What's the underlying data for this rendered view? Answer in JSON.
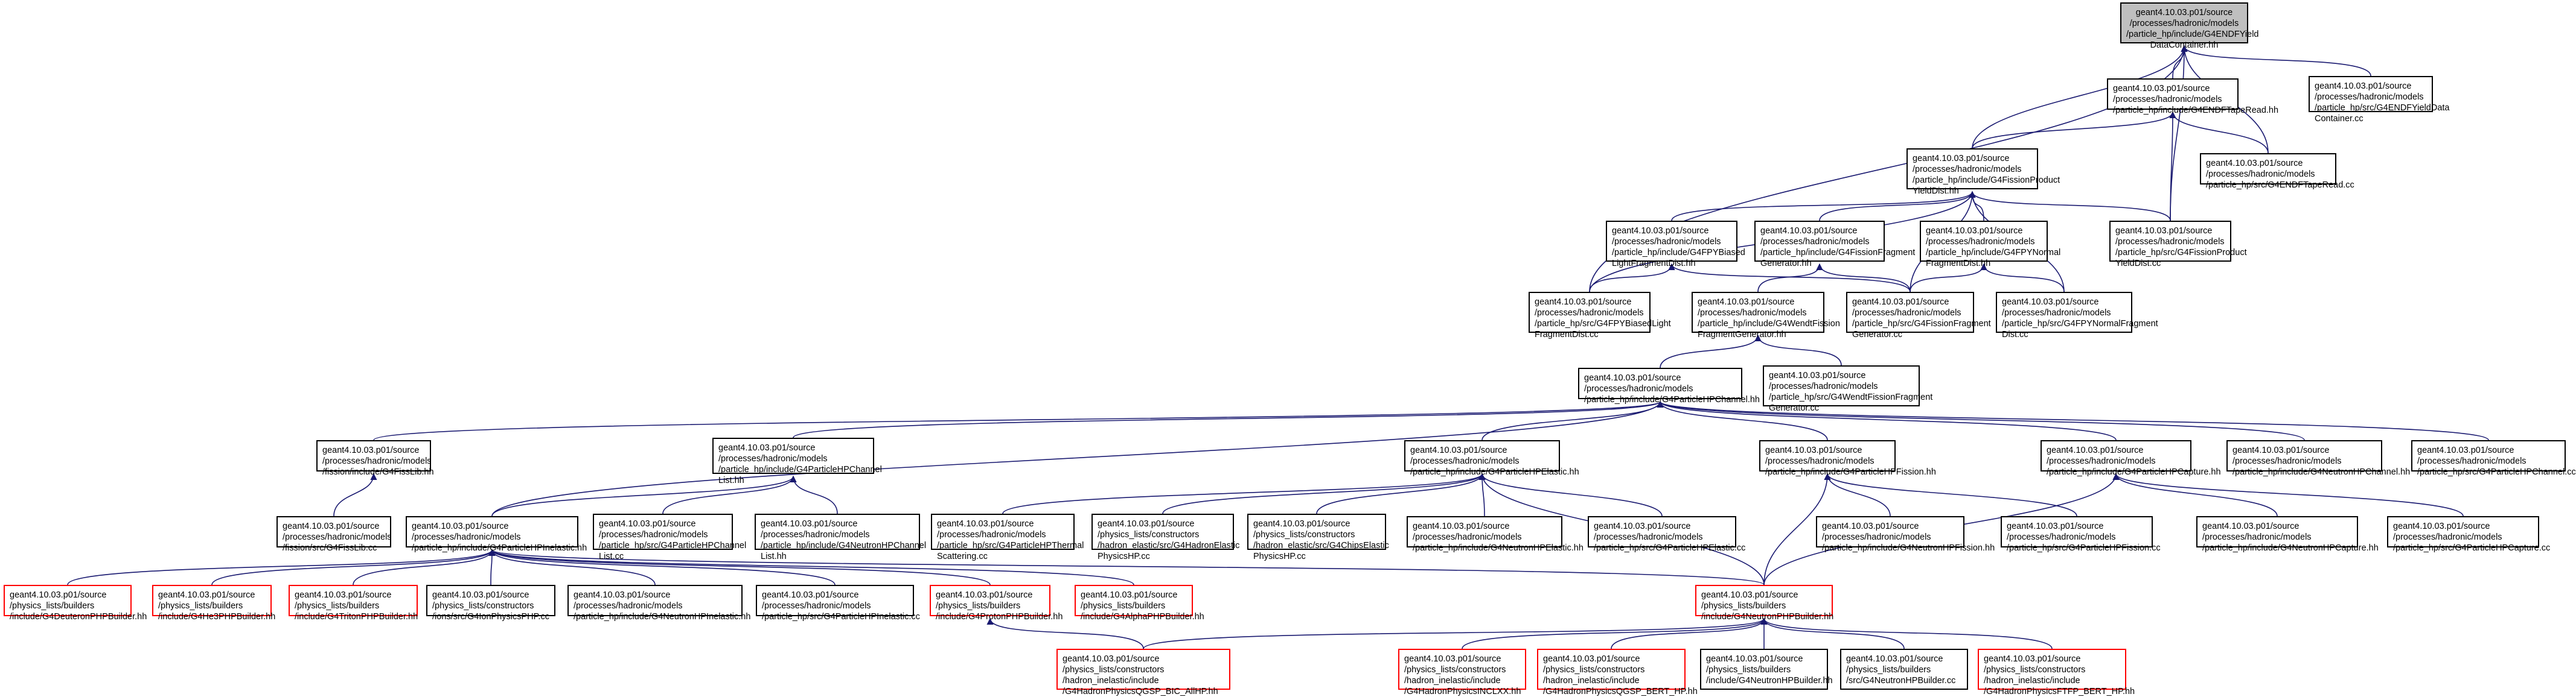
{
  "colors": {
    "edge": "#191970",
    "border": "#000000",
    "red_border": "#ff0000",
    "root_fill": "#bfbfbf"
  },
  "nodes": [
    {
      "id": "root",
      "root": true,
      "lines": [
        "geant4.10.03.p01/source",
        "/processes/hadronic/models",
        "/particle_hp/include/G4ENDFYield",
        "DataContainer.hh"
      ]
    },
    {
      "id": "tapeReadHH",
      "lines": [
        "geant4.10.03.p01/source",
        "/processes/hadronic/models",
        "/particle_hp/include/G4ENDFTapeRead.hh"
      ]
    },
    {
      "id": "yieldCC",
      "lines": [
        "geant4.10.03.p01/source",
        "/processes/hadronic/models",
        "/particle_hp/src/G4ENDFYieldData",
        "Container.cc"
      ]
    },
    {
      "id": "fissionProdHH",
      "lines": [
        "geant4.10.03.p01/source",
        "/processes/hadronic/models",
        "/particle_hp/include/G4FissionProduct",
        "YieldDist.hh"
      ]
    },
    {
      "id": "tapeReadCC",
      "lines": [
        "geant4.10.03.p01/source",
        "/processes/hadronic/models",
        "/particle_hp/src/G4ENDFTapeRead.cc"
      ]
    },
    {
      "id": "fpyBiasedHH",
      "lines": [
        "geant4.10.03.p01/source",
        "/processes/hadronic/models",
        "/particle_hp/include/G4FPYBiased",
        "LightFragmentDist.hh"
      ]
    },
    {
      "id": "fissionFragGenHH",
      "lines": [
        "geant4.10.03.p01/source",
        "/processes/hadronic/models",
        "/particle_hp/include/G4FissionFragment",
        "Generator.hh"
      ]
    },
    {
      "id": "fpyNormalHH",
      "lines": [
        "geant4.10.03.p01/source",
        "/processes/hadronic/models",
        "/particle_hp/include/G4FPYNormal",
        "FragmentDist.hh"
      ]
    },
    {
      "id": "fissionProdCC",
      "lines": [
        "geant4.10.03.p01/source",
        "/processes/hadronic/models",
        "/particle_hp/src/G4FissionProduct",
        "YieldDist.cc"
      ]
    },
    {
      "id": "fpyBiasedCC",
      "lines": [
        "geant4.10.03.p01/source",
        "/processes/hadronic/models",
        "/particle_hp/src/G4FPYBiasedLight",
        "FragmentDist.cc"
      ]
    },
    {
      "id": "wendtHH",
      "lines": [
        "geant4.10.03.p01/source",
        "/processes/hadronic/models",
        "/particle_hp/include/G4WendtFission",
        "FragmentGenerator.hh"
      ]
    },
    {
      "id": "fissionFragGenCC",
      "lines": [
        "geant4.10.03.p01/source",
        "/processes/hadronic/models",
        "/particle_hp/src/G4FissionFragment",
        "Generator.cc"
      ]
    },
    {
      "id": "fpyNormalCC",
      "lines": [
        "geant4.10.03.p01/source",
        "/processes/hadronic/models",
        "/particle_hp/src/G4FPYNormalFragment",
        "Dist.cc"
      ]
    },
    {
      "id": "channelHH",
      "lines": [
        "geant4.10.03.p01/source",
        "/processes/hadronic/models",
        "/particle_hp/include/G4ParticleHPChannel.hh"
      ]
    },
    {
      "id": "wendtCC",
      "lines": [
        "geant4.10.03.p01/source",
        "/processes/hadronic/models",
        "/particle_hp/src/G4WendtFissionFragment",
        "Generator.cc"
      ]
    },
    {
      "id": "fissLibHH",
      "lines": [
        "geant4.10.03.p01/source",
        "/processes/hadronic/models",
        "/fission/include/G4FissLib.hh"
      ]
    },
    {
      "id": "channelListHH",
      "lines": [
        "geant4.10.03.p01/source",
        "/processes/hadronic/models",
        "/particle_hp/include/G4ParticleHPChannel",
        "List.hh"
      ]
    },
    {
      "id": "elasticHH",
      "lines": [
        "geant4.10.03.p01/source",
        "/processes/hadronic/models",
        "/particle_hp/include/G4ParticleHPElastic.hh"
      ]
    },
    {
      "id": "fissionHH",
      "lines": [
        "geant4.10.03.p01/source",
        "/processes/hadronic/models",
        "/particle_hp/include/G4ParticleHPFission.hh"
      ]
    },
    {
      "id": "captureHH",
      "lines": [
        "geant4.10.03.p01/source",
        "/processes/hadronic/models",
        "/particle_hp/include/G4ParticleHPCapture.hh"
      ]
    },
    {
      "id": "nChannelHH",
      "lines": [
        "geant4.10.03.p01/source",
        "/processes/hadronic/models",
        "/particle_hp/include/G4NeutronHPChannel.hh"
      ]
    },
    {
      "id": "channelCC",
      "lines": [
        "geant4.10.03.p01/source",
        "/processes/hadronic/models",
        "/particle_hp/src/G4ParticleHPChannel.cc"
      ]
    },
    {
      "id": "fissLibCC",
      "lines": [
        "geant4.10.03.p01/source",
        "/processes/hadronic/models",
        "/fission/src/G4FissLib.cc"
      ]
    },
    {
      "id": "inelasticHH",
      "lines": [
        "geant4.10.03.p01/source",
        "/processes/hadronic/models",
        "/particle_hp/include/G4ParticleHPInelastic.hh"
      ]
    },
    {
      "id": "channelListCC",
      "lines": [
        "geant4.10.03.p01/source",
        "/processes/hadronic/models",
        "/particle_hp/src/G4ParticleHPChannel",
        "List.cc"
      ]
    },
    {
      "id": "nChannelListHH",
      "lines": [
        "geant4.10.03.p01/source",
        "/processes/hadronic/models",
        "/particle_hp/include/G4NeutronHPChannel",
        "List.hh"
      ]
    },
    {
      "id": "thermalCC",
      "lines": [
        "geant4.10.03.p01/source",
        "/processes/hadronic/models",
        "/particle_hp/src/G4ParticleHPThermal",
        "Scattering.cc"
      ]
    },
    {
      "id": "hadronElasticPhysHP",
      "lines": [
        "geant4.10.03.p01/source",
        "/physics_lists/constructors",
        "/hadron_elastic/src/G4HadronElastic",
        "PhysicsHP.cc"
      ]
    },
    {
      "id": "chipsElasticPhysHP",
      "lines": [
        "geant4.10.03.p01/source",
        "/physics_lists/constructors",
        "/hadron_elastic/src/G4ChipsElastic",
        "PhysicsHP.cc"
      ]
    },
    {
      "id": "nElasticHH",
      "lines": [
        "geant4.10.03.p01/source",
        "/processes/hadronic/models",
        "/particle_hp/include/G4NeutronHPElastic.hh"
      ]
    },
    {
      "id": "elasticCC",
      "lines": [
        "geant4.10.03.p01/source",
        "/processes/hadronic/models",
        "/particle_hp/src/G4ParticleHPElastic.cc"
      ]
    },
    {
      "id": "nFissionHH",
      "lines": [
        "geant4.10.03.p01/source",
        "/processes/hadronic/models",
        "/particle_hp/include/G4NeutronHPFission.hh"
      ]
    },
    {
      "id": "fissionCC",
      "lines": [
        "geant4.10.03.p01/source",
        "/processes/hadronic/models",
        "/particle_hp/src/G4ParticleHPFission.cc"
      ]
    },
    {
      "id": "nCaptureHH",
      "lines": [
        "geant4.10.03.p01/source",
        "/processes/hadronic/models",
        "/particle_hp/include/G4NeutronHPCapture.hh"
      ]
    },
    {
      "id": "captureCC",
      "lines": [
        "geant4.10.03.p01/source",
        "/processes/hadronic/models",
        "/particle_hp/src/G4ParticleHPCapture.cc"
      ]
    },
    {
      "id": "deuteronPHP",
      "red": true,
      "lines": [
        "geant4.10.03.p01/source",
        "/physics_lists/builders",
        "/include/G4DeuteronPHPBuilder.hh"
      ]
    },
    {
      "id": "he3PHP",
      "red": true,
      "lines": [
        "geant4.10.03.p01/source",
        "/physics_lists/builders",
        "/include/G4He3PHPBuilder.hh"
      ]
    },
    {
      "id": "tritonPHP",
      "red": true,
      "lines": [
        "geant4.10.03.p01/source",
        "/physics_lists/builders",
        "/include/G4TritonPHPBuilder.hh"
      ]
    },
    {
      "id": "ionPhysPHP",
      "lines": [
        "geant4.10.03.p01/source",
        "/physics_lists/constructors",
        "/ions/src/G4IonPhysicsPHP.cc"
      ]
    },
    {
      "id": "nInelasticHH",
      "lines": [
        "geant4.10.03.p01/source",
        "/processes/hadronic/models",
        "/particle_hp/include/G4NeutronHPInelastic.hh"
      ]
    },
    {
      "id": "inelasticCC",
      "lines": [
        "geant4.10.03.p01/source",
        "/processes/hadronic/models",
        "/particle_hp/src/G4ParticleHPInelastic.cc"
      ]
    },
    {
      "id": "protonPHP",
      "red": true,
      "lines": [
        "geant4.10.03.p01/source",
        "/physics_lists/builders",
        "/include/G4ProtonPHPBuilder.hh"
      ]
    },
    {
      "id": "alphaPHP",
      "red": true,
      "lines": [
        "geant4.10.03.p01/source",
        "/physics_lists/builders",
        "/include/G4AlphaPHPBuilder.hh"
      ]
    },
    {
      "id": "neutronPHP",
      "red": true,
      "lines": [
        "geant4.10.03.p01/source",
        "/physics_lists/builders",
        "/include/G4NeutronPHPBuilder.hh"
      ]
    },
    {
      "id": "qgspBicAllHP",
      "red": true,
      "lines": [
        "geant4.10.03.p01/source",
        "/physics_lists/constructors",
        "/hadron_inelastic/include",
        "/G4HadronPhysicsQGSP_BIC_AllHP.hh"
      ]
    },
    {
      "id": "inclxx",
      "red": true,
      "lines": [
        "geant4.10.03.p01/source",
        "/physics_lists/constructors",
        "/hadron_inelastic/include",
        "/G4HadronPhysicsINCLXX.hh"
      ]
    },
    {
      "id": "qgspBertHP",
      "red": true,
      "lines": [
        "geant4.10.03.p01/source",
        "/physics_lists/constructors",
        "/hadron_inelastic/include",
        "/G4HadronPhysicsQGSP_BERT_HP.hh"
      ]
    },
    {
      "id": "nHPBuilderHH",
      "lines": [
        "geant4.10.03.p01/source",
        "/physics_lists/builders",
        "/include/G4NeutronHPBuilder.hh"
      ]
    },
    {
      "id": "nHPBuilderCC",
      "lines": [
        "geant4.10.03.p01/source",
        "/physics_lists/builders",
        "/src/G4NeutronHPBuilder.cc"
      ]
    },
    {
      "id": "ftfpBertHP",
      "red": true,
      "lines": [
        "geant4.10.03.p01/source",
        "/physics_lists/constructors",
        "/hadron_inelastic/include",
        "/G4HadronPhysicsFTFP_BERT_HP.hh"
      ]
    }
  ],
  "edges": [
    [
      "tapeReadHH",
      "root"
    ],
    [
      "yieldCC",
      "root"
    ],
    [
      "fissionProdHH",
      "root"
    ],
    [
      "tapeReadCC",
      "root"
    ],
    [
      "fissionProdCC",
      "root"
    ],
    [
      "fpyBiasedCC",
      "root"
    ],
    [
      "fissionProdHH",
      "tapeReadHH"
    ],
    [
      "tapeReadCC",
      "tapeReadHH"
    ],
    [
      "fissionProdCC",
      "tapeReadHH"
    ],
    [
      "fpyBiasedHH",
      "fissionProdHH"
    ],
    [
      "fissionFragGenHH",
      "fissionProdHH"
    ],
    [
      "fpyNormalHH",
      "fissionProdHH"
    ],
    [
      "fissionProdCC",
      "fissionProdHH"
    ],
    [
      "fpyBiasedCC",
      "fissionProdHH"
    ],
    [
      "fpyNormalCC",
      "fissionProdHH"
    ],
    [
      "fissionFragGenCC",
      "fissionProdHH"
    ],
    [
      "fpyBiasedCC",
      "fpyBiasedHH"
    ],
    [
      "fissionFragGenCC",
      "fpyBiasedHH"
    ],
    [
      "wendtHH",
      "fissionFragGenHH"
    ],
    [
      "fissionFragGenCC",
      "fissionFragGenHH"
    ],
    [
      "fissionFragGenCC",
      "fpyNormalHH"
    ],
    [
      "fpyNormalCC",
      "fpyNormalHH"
    ],
    [
      "channelHH",
      "wendtHH"
    ],
    [
      "wendtCC",
      "wendtHH"
    ],
    [
      "fissLibHH",
      "channelHH"
    ],
    [
      "channelListHH",
      "channelHH"
    ],
    [
      "elasticHH",
      "channelHH"
    ],
    [
      "fissionHH",
      "channelHH"
    ],
    [
      "captureHH",
      "channelHH"
    ],
    [
      "nChannelHH",
      "channelHH"
    ],
    [
      "channelCC",
      "channelHH"
    ],
    [
      "inelasticHH",
      "channelHH"
    ],
    [
      "fissLibCC",
      "fissLibHH"
    ],
    [
      "inelasticHH",
      "channelListHH"
    ],
    [
      "channelListCC",
      "channelListHH"
    ],
    [
      "nChannelListHH",
      "channelListHH"
    ],
    [
      "thermalCC",
      "elasticHH"
    ],
    [
      "hadronElasticPhysHP",
      "elasticHH"
    ],
    [
      "chipsElasticPhysHP",
      "elasticHH"
    ],
    [
      "nElasticHH",
      "elasticHH"
    ],
    [
      "elasticCC",
      "elasticHH"
    ],
    [
      "neutronPHP",
      "elasticHH"
    ],
    [
      "nFissionHH",
      "fissionHH"
    ],
    [
      "fissionCC",
      "fissionHH"
    ],
    [
      "neutronPHP",
      "fissionHH"
    ],
    [
      "nCaptureHH",
      "captureHH"
    ],
    [
      "captureCC",
      "captureHH"
    ],
    [
      "neutronPHP",
      "captureHH"
    ],
    [
      "deuteronPHP",
      "inelasticHH"
    ],
    [
      "he3PHP",
      "inelasticHH"
    ],
    [
      "tritonPHP",
      "inelasticHH"
    ],
    [
      "ionPhysPHP",
      "inelasticHH"
    ],
    [
      "nInelasticHH",
      "inelasticHH"
    ],
    [
      "inelasticCC",
      "inelasticHH"
    ],
    [
      "protonPHP",
      "inelasticHH"
    ],
    [
      "alphaPHP",
      "inelasticHH"
    ],
    [
      "neutronPHP",
      "inelasticHH"
    ],
    [
      "qgspBicAllHP",
      "protonPHP"
    ],
    [
      "qgspBicAllHP",
      "neutronPHP"
    ],
    [
      "inclxx",
      "neutronPHP"
    ],
    [
      "qgspBertHP",
      "neutronPHP"
    ],
    [
      "nHPBuilderHH",
      "neutronPHP"
    ],
    [
      "nHPBuilderCC",
      "neutronPHP"
    ],
    [
      "ftfpBertHP",
      "neutronPHP"
    ]
  ]
}
